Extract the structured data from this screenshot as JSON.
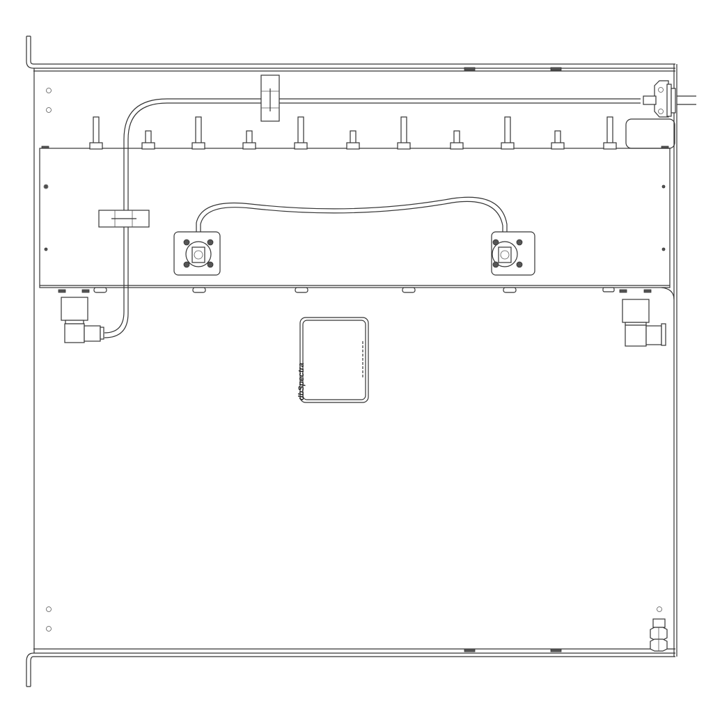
{
  "drawing": {
    "title": "Rack-mount enclosure top view (cover removed)",
    "label": {
      "brand": "dbSpectra",
      "position": "center plate label"
    },
    "components": {
      "filter_body": "Cavity filter housing",
      "tuning_screws_count": 11,
      "internal_ports": 2,
      "side_connectors": [
        "left right-angle N connector",
        "right right-angle N connector"
      ],
      "rear_connector": "bulkhead N connector",
      "cable_clamps": 2,
      "grounding_stud": "stacked hex nuts"
    },
    "colors": {
      "stroke": "#333333",
      "background": "#ffffff",
      "accent_fill": "#555555"
    }
  }
}
